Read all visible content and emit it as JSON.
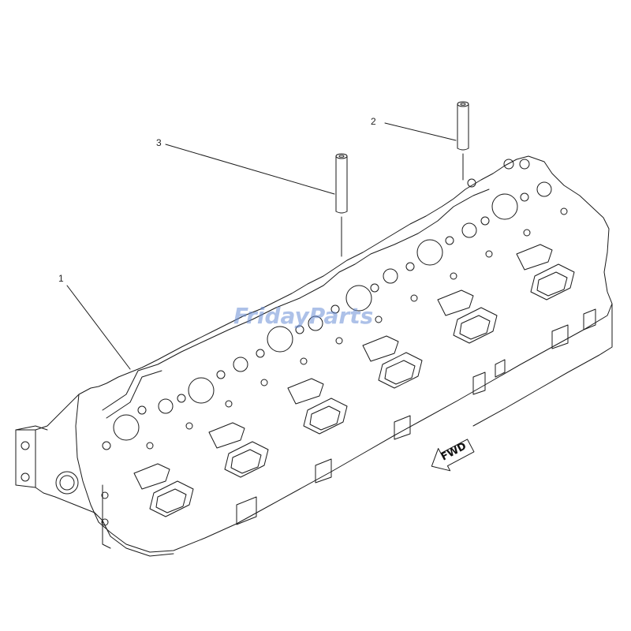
{
  "diagram": {
    "callouts": [
      {
        "id": "1",
        "label": "1"
      },
      {
        "id": "2",
        "label": "2"
      },
      {
        "id": "3",
        "label": "3"
      }
    ],
    "direction_arrow": {
      "label": "FWD"
    },
    "watermark": {
      "part1": "Friday",
      "part2": "Parts",
      "color_primary": "#6b8fd6",
      "color_accent": "#f0b429"
    },
    "line_color": "#1a1a1a"
  }
}
